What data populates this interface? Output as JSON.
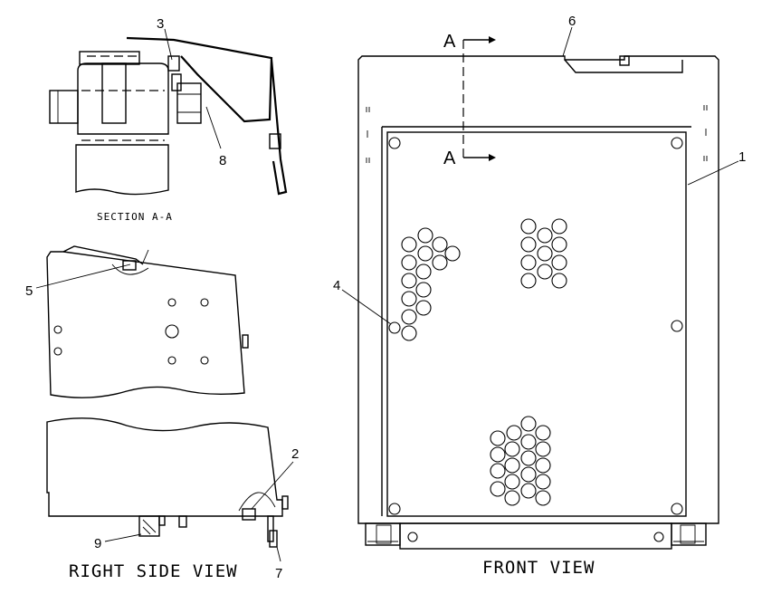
{
  "labels": {
    "section_title": "SECTION A-A",
    "right_side_view": "RIGHT SIDE VIEW",
    "front_view": "FRONT VIEW",
    "section_arrow_top": "A",
    "section_arrow_bottom": "A"
  },
  "callouts": [
    "1",
    "2",
    "3",
    "4",
    "5",
    "6",
    "7",
    "8",
    "9"
  ]
}
